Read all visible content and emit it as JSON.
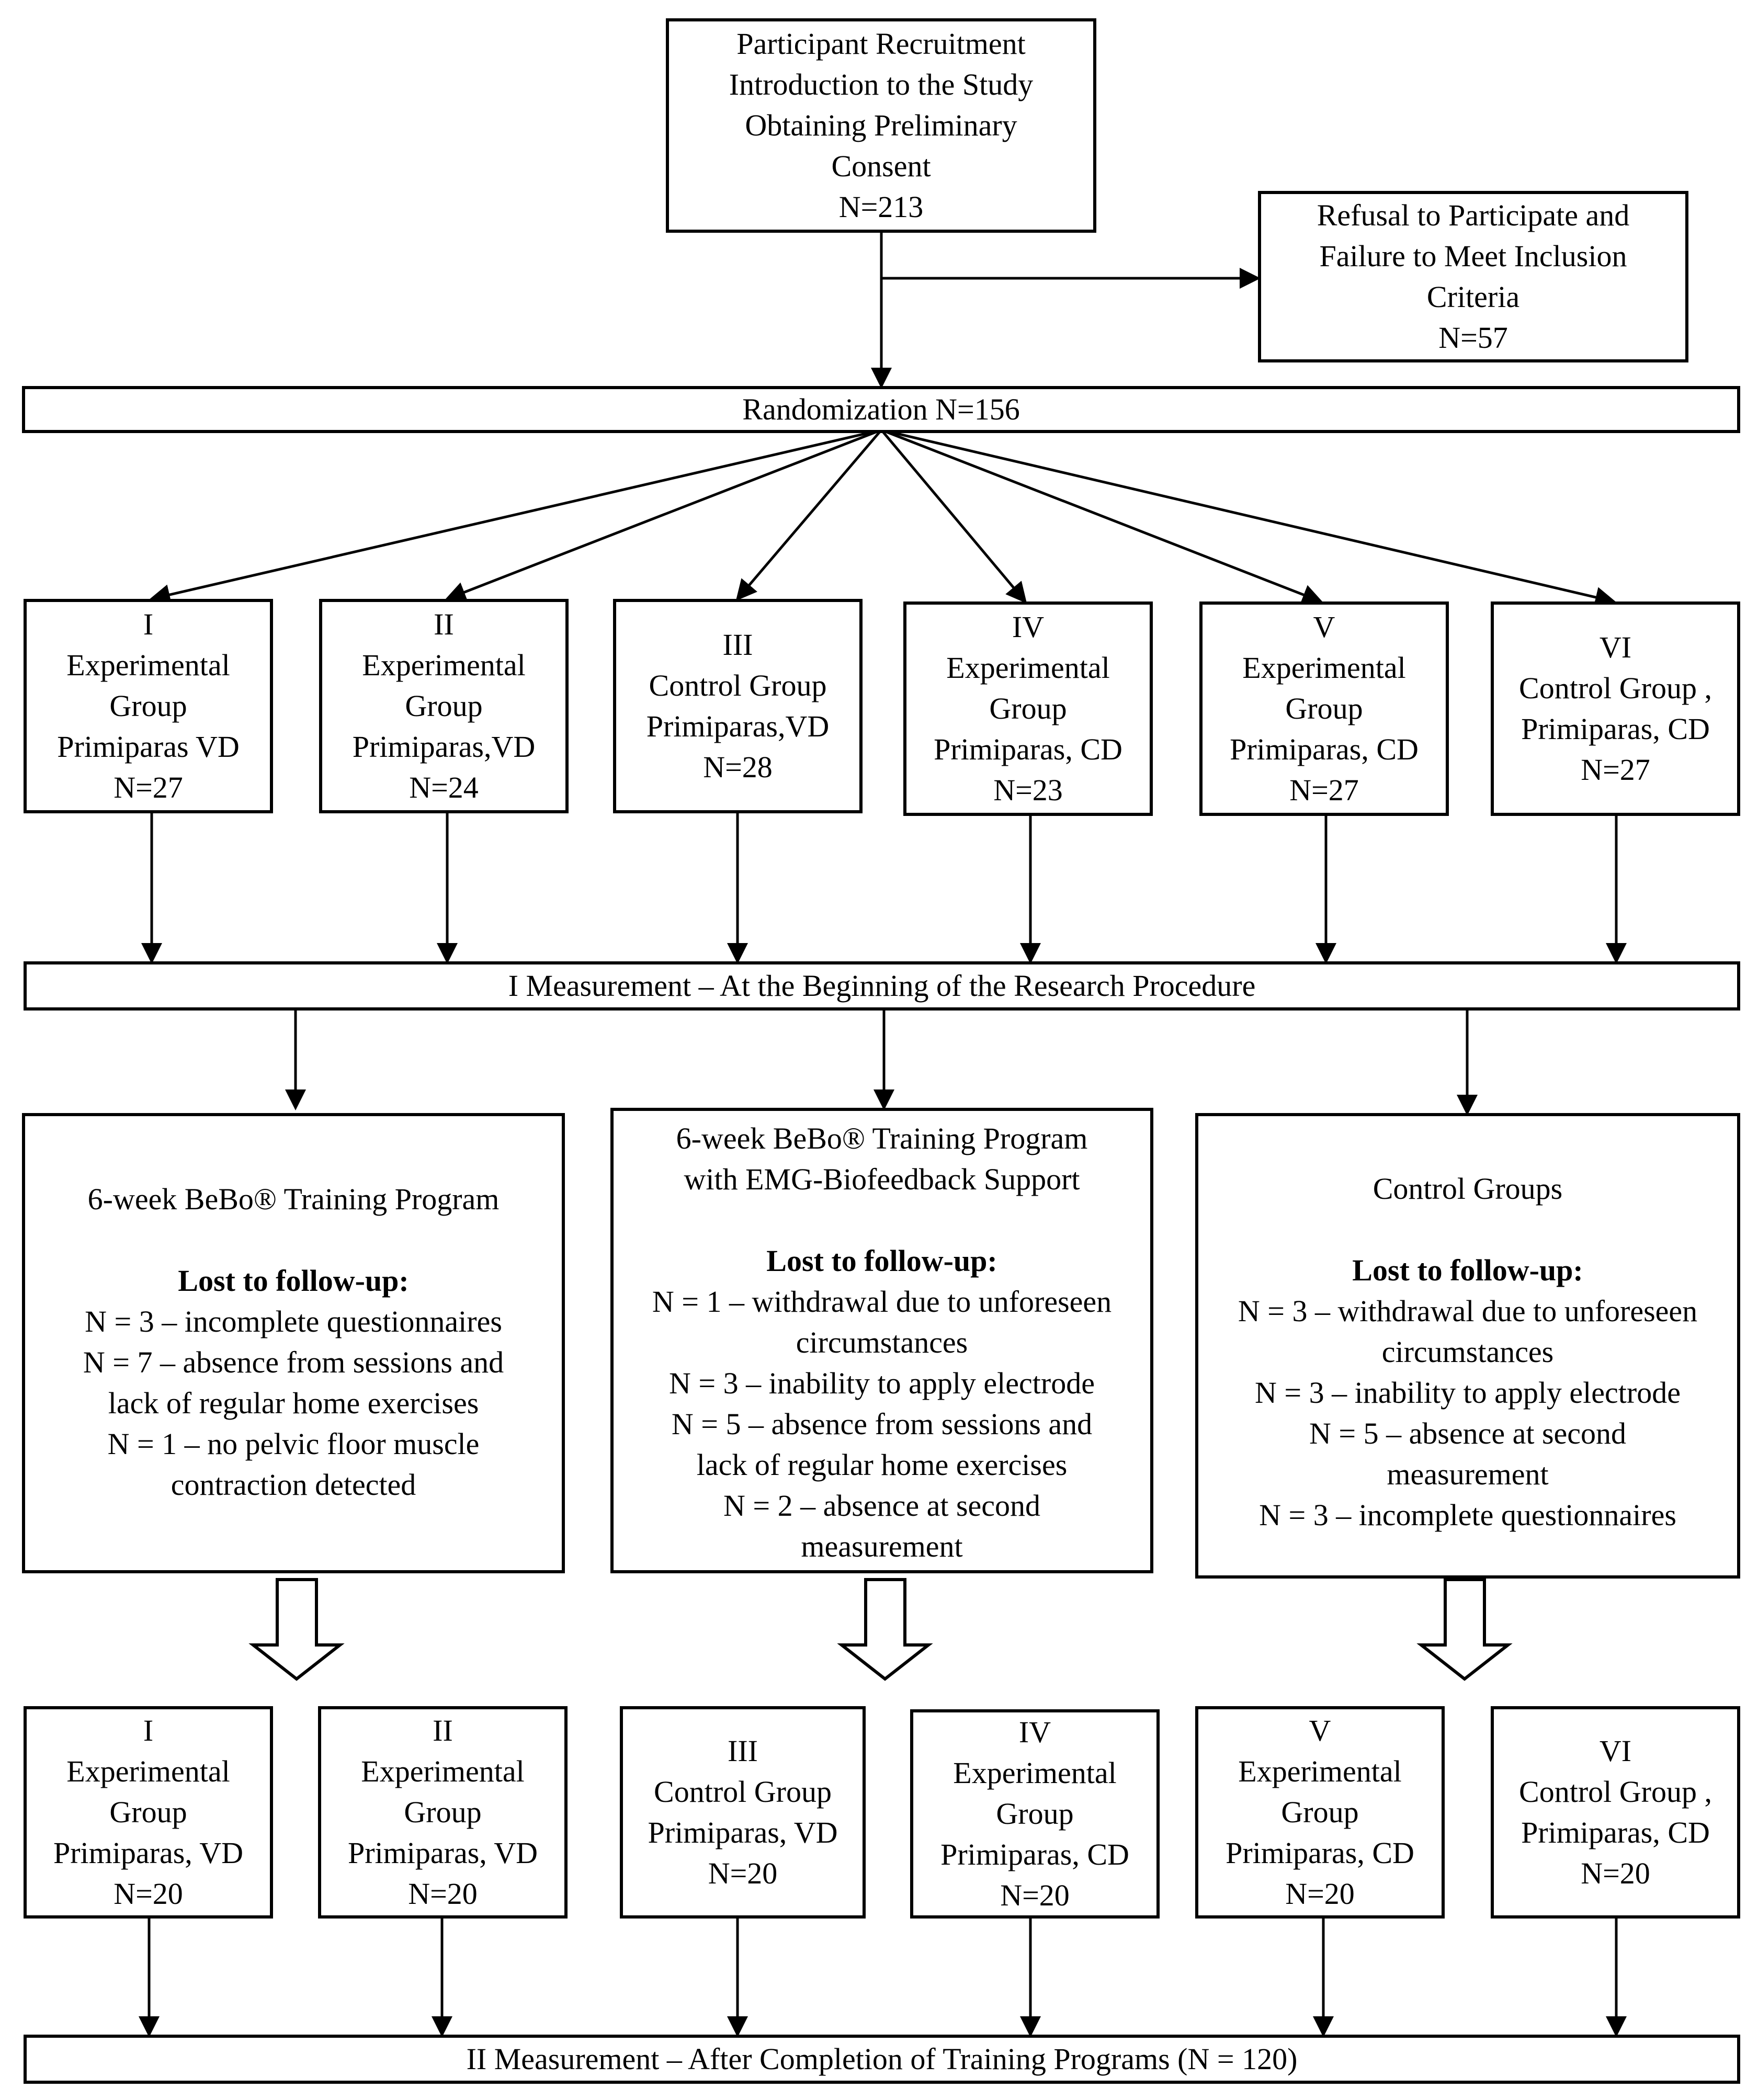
{
  "recruitment": {
    "lines": [
      "Participant Recruitment",
      "Introduction to the Study",
      "Obtaining Preliminary",
      "Consent",
      "N=213"
    ]
  },
  "refusal": {
    "lines": [
      "Refusal to Participate and",
      "Failure to Meet Inclusion",
      "Criteria",
      "N=57"
    ]
  },
  "randomization": {
    "label": "Randomization N=156"
  },
  "groups_start": [
    {
      "lines": [
        "I",
        "Experimental",
        "Group",
        "Primiparas VD",
        "N=27"
      ]
    },
    {
      "lines": [
        "II",
        "Experimental",
        "Group",
        "Primiparas,VD",
        "N=24"
      ]
    },
    {
      "lines": [
        "III",
        "Control Group",
        "Primiparas,VD",
        "N=28"
      ]
    },
    {
      "lines": [
        "IV",
        "Experimental",
        "Group",
        "Primiparas, CD",
        "N=23"
      ]
    },
    {
      "lines": [
        "V",
        "Experimental",
        "Group",
        "Primiparas, CD",
        "N=27"
      ]
    },
    {
      "lines": [
        "VI",
        "Control Group ,",
        "Primiparas, CD",
        "N=27"
      ]
    }
  ],
  "measurement_1": {
    "label": "I Measurement – At the Beginning of the Research Procedure"
  },
  "programs": [
    {
      "title_lines": [
        "6-week BeBo® Training Program"
      ],
      "lost_label": "Lost to follow-up:",
      "lost_lines": [
        "N = 3 – incomplete questionnaires",
        "N = 7 – absence from sessions and",
        "lack of regular home exercises",
        "N = 1 – no pelvic floor muscle",
        "contraction detected"
      ]
    },
    {
      "title_lines": [
        "6-week BeBo® Training Program",
        "with EMG-Biofeedback Support"
      ],
      "lost_label": "Lost to follow-up:",
      "lost_lines": [
        "N = 1 – withdrawal due to unforeseen",
        "circumstances",
        "N = 3 – inability to apply electrode",
        "N = 5 – absence from sessions and",
        "lack of regular home exercises",
        "N = 2 – absence at second",
        "measurement"
      ]
    },
    {
      "title_lines": [
        "Control Groups"
      ],
      "lost_label": "Lost to follow-up:",
      "lost_lines": [
        "N = 3 – withdrawal due to unforeseen",
        "circumstances",
        "N = 3 – inability to apply electrode",
        "N = 5 – absence at second",
        "measurement",
        "N = 3 – incomplete questionnaires"
      ]
    }
  ],
  "groups_end": [
    {
      "lines": [
        "I",
        "Experimental",
        "Group",
        "Primiparas, VD",
        "N=20"
      ]
    },
    {
      "lines": [
        "II",
        "Experimental",
        "Group",
        "Primiparas, VD",
        "N=20"
      ]
    },
    {
      "lines": [
        "III",
        "Control Group",
        "Primiparas, VD",
        "N=20"
      ]
    },
    {
      "lines": [
        "IV",
        "Experimental",
        "Group",
        "Primiparas, CD",
        "N=20"
      ]
    },
    {
      "lines": [
        "V",
        "Experimental",
        "Group",
        "Primiparas, CD",
        "N=20"
      ]
    },
    {
      "lines": [
        "VI",
        "Control Group ,",
        "Primiparas, CD",
        "N=20"
      ]
    }
  ],
  "measurement_2": {
    "label": "II Measurement – After Completion of Training Programs (N = 120)"
  }
}
